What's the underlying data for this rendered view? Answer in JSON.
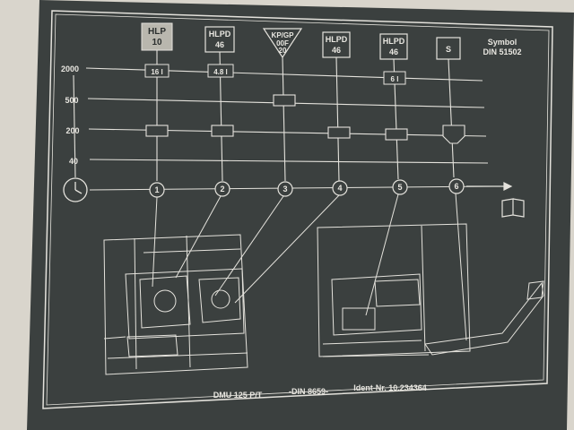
{
  "photo": {
    "plate": {
      "symbol_caption": [
        "Symbol",
        "DIN 51502"
      ],
      "lubricants": [
        {
          "lines": [
            "HLP",
            "10"
          ],
          "shape": "box-highlight"
        },
        {
          "lines": [
            "HLPD",
            "46"
          ],
          "shape": "box"
        },
        {
          "lines": [
            "KP/GP",
            "00F",
            "20"
          ],
          "shape": "triangle"
        },
        {
          "lines": [
            "HLPD",
            "46"
          ],
          "shape": "box"
        },
        {
          "lines": [
            "HLPD",
            "46"
          ],
          "shape": "box"
        },
        {
          "lines": [
            "S"
          ],
          "shape": "box"
        }
      ],
      "interval_labels": [
        "2000",
        "500",
        "200",
        "40"
      ],
      "quantity_labels": [
        "16 l",
        "4.8 l",
        "6 l"
      ],
      "point_numbers": [
        "1",
        "2",
        "3",
        "4",
        "5",
        "6"
      ],
      "footer": {
        "model": "DMU 125 P/T",
        "din": "-DIN 8659-",
        "ident": "Ident-Nr. 10.234364"
      }
    },
    "colors": {
      "wall": "#d9d5cc",
      "plate": "#3b403f",
      "print": "#e4e2dc",
      "highlight_box": "#b9b7ae"
    }
  }
}
